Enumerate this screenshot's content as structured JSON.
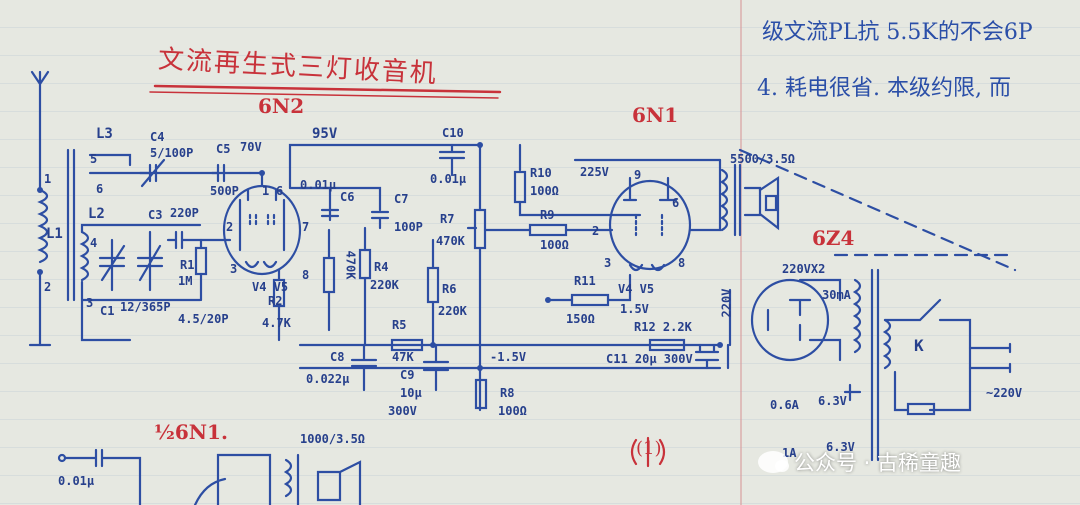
{
  "title": "文流再生式三灯收音机",
  "notes": {
    "line1": "级文流PL抗 5.5K的不会6P",
    "line2": "4. 耗电很省. 本级约限, 而"
  },
  "tubes": {
    "tube1": "6N2",
    "tube2": "6N1",
    "tube3": "6Z4",
    "tube4": "½6N1."
  },
  "voltages": {
    "v95": "95V",
    "v70": "70V",
    "v225": "225V",
    "vneg": "-1.5V",
    "v220": "220V",
    "v15": "1.5V",
    "v63": "6.3V",
    "v63b": "6.3V",
    "vac": "~220V",
    "v220x2": "220VX2",
    "ma30": "30mA",
    "a06": "0.6A",
    "a1": "1A"
  },
  "components": {
    "L3": "L3",
    "L2": "L2",
    "L1": "L1",
    "C4": "C4",
    "C4v": "5/100P",
    "C5": "C5",
    "C5v": "500P",
    "C3": "C3",
    "C3v": "220P",
    "C1": "C1",
    "C1v": "12/365P",
    "C2v": "4.5/20P",
    "R1": "R1",
    "R1v": "1M",
    "C6": "C6",
    "C6v": "0.01μ",
    "C7": "C7",
    "C7v": "100P",
    "R2": "R2",
    "R2v": "4.7K",
    "R3v": "470K",
    "R4": "R4",
    "R4v": "220K",
    "C10": "C10",
    "C10v": "0.01μ",
    "R7": "R7",
    "R7v": "470K",
    "R6": "R6",
    "R6v": "220K",
    "R5": "R5",
    "R5v": "47K",
    "C8": "C8",
    "C8v": "0.022μ",
    "C9": "C9",
    "C9v": "10μ",
    "C9vv": "300V",
    "R8": "R8",
    "R8v": "100Ω",
    "R10": "R10",
    "R10v": "100Ω",
    "R9": "R9",
    "R9v": "100Ω",
    "R11": "R11",
    "R11v": "150Ω",
    "R12": "R12 2.2K",
    "C11": "C11 20μ 300V",
    "T1": "5500/3.5Ω",
    "T2": "1000/3.5Ω",
    "K": "K",
    "C0": "0.01μ",
    "pins1": "V4 V5",
    "pins2": "V4 V5",
    "pin3": "3",
    "pin2": "2",
    "pin6": "6",
    "pin7": "7",
    "pin8": "8",
    "pin9": "9",
    "pin1": "1",
    "pin5": "5",
    "pin4": "4",
    "p5": "5",
    "p6": "6",
    "p4": "4",
    "p3": "3",
    "p1": "1",
    "p2": "2"
  },
  "page_mark": "(1)",
  "watermark": "公众号 · 古稀童趣",
  "colors": {
    "ink": "#2b4fa8",
    "red": "#c8323a",
    "paper": "#e6e8e1"
  }
}
